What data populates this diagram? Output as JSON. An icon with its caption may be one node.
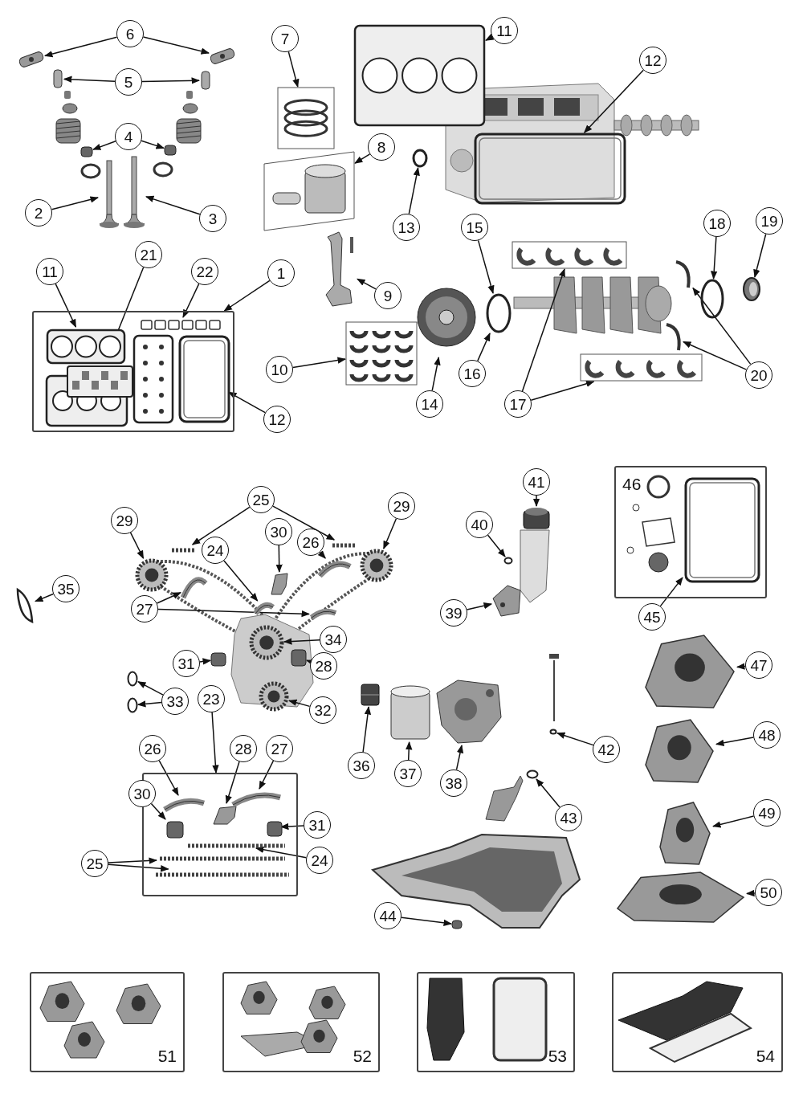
{
  "diagram": {
    "nodes": [
      {
        "text": [
          "6"
        ]
      },
      {
        "text": [],
        "shape": "picture"
      },
      {
        "text": [],
        "shape": "picture"
      },
      {
        "text": [
          "5"
        ]
      },
      {
        "text": [],
        "shape": "box"
      },
      {
        "text": [],
        "shape": "box"
      },
      {
        "text": [
          "4"
        ]
      },
      {
        "text": [],
        "shape": "box"
      },
      {
        "text": [],
        "shape": "box"
      },
      {
        "text": [
          "2"
        ]
      },
      {
        "text": [],
        "shape": "picture"
      },
      {
        "text": [
          "3"
        ]
      },
      {
        "text": [],
        "shape": "picture"
      },
      {
        "text": [
          "7"
        ]
      },
      {
        "text": [],
        "shape": "picture"
      },
      {
        "text": [
          "8"
        ]
      },
      {
        "text": [],
        "shape": "picture"
      },
      {
        "text": [
          "11"
        ]
      },
      {
        "text": [],
        "shape": "picture"
      },
      {
        "text": [
          "12"
        ]
      },
      {
        "text": [],
        "shape": "picture"
      },
      {
        "text": [
          "13"
        ]
      },
      {
        "text": [],
        "shape": "circle"
      },
      {
        "text": [
          "9"
        ]
      },
      {
        "text": [],
        "shape": "picture"
      },
      {
        "text": [
          "10"
        ]
      },
      {
        "text": [],
        "shape": "picture"
      },
      {
        "text": [
          "14"
        ]
      },
      {
        "text": [],
        "shape": "picture"
      },
      {
        "text": [
          "16"
        ]
      },
      {
        "text": [],
        "shape": "circle"
      },
      {
        "text": [
          "15"
        ]
      },
      {
        "text": [
          "17"
        ]
      },
      {
        "text": [],
        "shape": "picture"
      },
      {
        "text": [],
        "shape": "picture"
      },
      {
        "text": [
          "18"
        ]
      },
      {
        "text": [],
        "shape": "circle"
      },
      {
        "text": [
          "19"
        ]
      },
      {
        "text": [],
        "shape": "picture"
      },
      {
        "text": [
          "20"
        ]
      },
      {
        "text": [],
        "shape": "picture"
      },
      {
        "text": [],
        "shape": "picture"
      },
      {
        "text": [],
        "shape": "box"
      },
      {
        "text": [
          "1"
        ]
      },
      {
        "text": [
          "11"
        ]
      },
      {
        "text": [],
        "shape": "picture",
        "in": 42
      },
      {
        "text": [
          "21"
        ]
      },
      {
        "text": [],
        "shape": "picture",
        "in": 42
      },
      {
        "text": [
          "22"
        ]
      },
      {
        "text": [],
        "shape": "picture",
        "in": 42
      },
      {
        "text": [
          "12"
        ]
      },
      {
        "text": [],
        "shape": "picture",
        "in": 42
      },
      {
        "text": [
          "25"
        ]
      },
      {
        "text": [],
        "shape": "picture"
      },
      {
        "text": [],
        "shape": "picture"
      },
      {
        "text": [
          "29"
        ]
      },
      {
        "text": [],
        "shape": "picture"
      },
      {
        "text": [
          "29"
        ]
      },
      {
        "text": [],
        "shape": "picture"
      },
      {
        "text": [
          "24"
        ]
      },
      {
        "text": [],
        "shape": "picture"
      },
      {
        "text": [
          "30"
        ]
      },
      {
        "text": [],
        "shape": "picture"
      },
      {
        "text": [
          "26"
        ]
      },
      {
        "text": [],
        "shape": "picture"
      },
      {
        "text": [
          "27"
        ]
      },
      {
        "text": [],
        "shape": "picture"
      },
      {
        "text": [],
        "shape": "picture"
      },
      {
        "text": [
          "34"
        ]
      },
      {
        "text": [],
        "shape": "picture"
      },
      {
        "text": [
          "28"
        ]
      },
      {
        "text": [],
        "shape": "box"
      },
      {
        "text": [
          "31"
        ]
      },
      {
        "text": [],
        "shape": "box"
      },
      {
        "text": [
          "32"
        ]
      },
      {
        "text": [],
        "shape": "picture"
      },
      {
        "text": [
          "33"
        ]
      },
      {
        "text": [],
        "shape": "circle"
      },
      {
        "text": [],
        "shape": "circle"
      },
      {
        "text": [
          "35"
        ]
      },
      {
        "text": [],
        "shape": "picture"
      },
      {
        "text": [
          "23"
        ]
      },
      {
        "text": [],
        "shape": "box"
      },
      {
        "text": [
          "26"
        ]
      },
      {
        "text": [],
        "shape": "picture",
        "in": 82
      },
      {
        "text": [
          "28"
        ]
      },
      {
        "text": [],
        "shape": "picture",
        "in": 82
      },
      {
        "text": [
          "27"
        ]
      },
      {
        "text": [],
        "shape": "picture",
        "in": 82
      },
      {
        "text": [
          "30"
        ]
      },
      {
        "text": [],
        "shape": "box",
        "in": 82
      },
      {
        "text": [
          "31"
        ]
      },
      {
        "text": [],
        "shape": "box",
        "in": 82
      },
      {
        "text": [
          "25"
        ]
      },
      {
        "text": [],
        "shape": "picture",
        "in": 82
      },
      {
        "text": [],
        "shape": "picture",
        "in": 82
      },
      {
        "text": [
          "24"
        ]
      },
      {
        "text": [],
        "shape": "picture",
        "in": 82
      },
      {
        "text": [
          "41"
        ]
      },
      {
        "text": [],
        "shape": "box"
      },
      {
        "text": [
          "40"
        ]
      },
      {
        "text": [],
        "shape": "circle"
      },
      {
        "text": [
          "39"
        ]
      },
      {
        "text": [],
        "shape": "picture"
      },
      {
        "text": [
          "36"
        ]
      },
      {
        "text": [],
        "shape": "picture"
      },
      {
        "text": [
          "37"
        ]
      },
      {
        "text": [],
        "shape": "cylinder"
      },
      {
        "text": [
          "38"
        ]
      },
      {
        "text": [],
        "shape": "picture"
      },
      {
        "text": [
          "42"
        ]
      },
      {
        "text": [],
        "shape": "circle"
      },
      {
        "text": [
          "43"
        ]
      },
      {
        "text": [],
        "shape": "circle"
      },
      {
        "text": [
          "44"
        ]
      },
      {
        "text": [],
        "shape": "box"
      },
      {
        "text": [
          "46"
        ]
      },
      {
        "text": [
          "45"
        ]
      },
      {
        "text": [],
        "shape": "picture",
        "in": 116
      },
      {
        "text": [
          "47"
        ]
      },
      {
        "text": [],
        "shape": "picture"
      },
      {
        "text": [
          "48"
        ]
      },
      {
        "text": [],
        "shape": "picture"
      },
      {
        "text": [
          "49"
        ]
      },
      {
        "text": [],
        "shape": "picture"
      },
      {
        "text": [
          "50"
        ]
      },
      {
        "text": [],
        "shape": "picture"
      },
      {
        "text": [
          "51"
        ]
      },
      {
        "text": [
          "52"
        ]
      },
      {
        "text": [
          "53"
        ]
      },
      {
        "text": [
          "54"
        ]
      },
      {
        "text": [],
        "shape": "picture"
      },
      {
        "text": [],
        "shape": "picture"
      }
    ],
    "edges": [
      {
        "from": 0,
        "to": 1,
        "arrow": "to"
      },
      {
        "from": 0,
        "to": 2,
        "arrow": "to"
      },
      {
        "from": 3,
        "to": 4,
        "arrow": "to"
      },
      {
        "from": 3,
        "to": 5,
        "arrow": "to"
      },
      {
        "from": 6,
        "to": 7,
        "arrow": "to"
      },
      {
        "from": 6,
        "to": 8,
        "arrow": "to"
      },
      {
        "from": 9,
        "to": 10,
        "arrow": "to"
      },
      {
        "from": 11,
        "to": 12,
        "arrow": "to"
      },
      {
        "from": 13,
        "to": 14,
        "arrow": "to"
      },
      {
        "from": 15,
        "to": 16,
        "arrow": "to"
      },
      {
        "from": 17,
        "to": 18,
        "arrow": "to"
      },
      {
        "from": 19,
        "to": 20,
        "arrow": "to"
      },
      {
        "from": 21,
        "to": 22,
        "arrow": "to"
      },
      {
        "from": 23,
        "to": 24,
        "arrow": "to"
      },
      {
        "from": 25,
        "to": 26,
        "arrow": "to"
      },
      {
        "from": 27,
        "to": 28,
        "arrow": "to"
      },
      {
        "from": 29,
        "to": 30,
        "arrow": "to"
      },
      {
        "from": 31,
        "to": 30,
        "arrow": "to"
      },
      {
        "from": 32,
        "to": 33,
        "arrow": "to"
      },
      {
        "from": 32,
        "to": 34,
        "arrow": "to"
      },
      {
        "from": 35,
        "to": 36,
        "arrow": "to"
      },
      {
        "from": 37,
        "to": 38,
        "arrow": "to"
      },
      {
        "from": 39,
        "to": 40,
        "arrow": "to"
      },
      {
        "from": 39,
        "to": 41,
        "arrow": "to"
      },
      {
        "from": 43,
        "to": 42,
        "arrow": "to"
      },
      {
        "from": 44,
        "to": 45,
        "arrow": "to"
      },
      {
        "from": 46,
        "to": 47,
        "arrow": "to"
      },
      {
        "from": 48,
        "to": 49,
        "arrow": "to"
      },
      {
        "from": 50,
        "to": 51,
        "arrow": "to"
      },
      {
        "from": 52,
        "to": 53,
        "arrow": "to"
      },
      {
        "from": 52,
        "to": 54,
        "arrow": "to"
      },
      {
        "from": 55,
        "to": 56,
        "arrow": "to"
      },
      {
        "from": 57,
        "to": 58,
        "arrow": "to"
      },
      {
        "from": 59,
        "to": 60,
        "arrow": "to"
      },
      {
        "from": 61,
        "to": 62,
        "arrow": "to"
      },
      {
        "from": 63,
        "to": 64,
        "arrow": "to"
      },
      {
        "from": 65,
        "to": 66,
        "arrow": "to"
      },
      {
        "from": 65,
        "to": 67,
        "arrow": "to"
      },
      {
        "from": 68,
        "to": 69,
        "arrow": "to"
      },
      {
        "from": 70,
        "to": 71,
        "arrow": "to"
      },
      {
        "from": 72,
        "to": 73,
        "arrow": "to"
      },
      {
        "from": 74,
        "to": 75,
        "arrow": "to"
      },
      {
        "from": 76,
        "to": 77,
        "arrow": "to"
      },
      {
        "from": 76,
        "to": 78,
        "arrow": "to"
      },
      {
        "from": 79,
        "to": 80,
        "arrow": "to"
      },
      {
        "from": 81,
        "to": 82,
        "arrow": "to"
      },
      {
        "from": 83,
        "to": 84,
        "arrow": "to"
      },
      {
        "from": 85,
        "to": 86,
        "arrow": "to"
      },
      {
        "from": 87,
        "to": 88,
        "arrow": "to"
      },
      {
        "from": 89,
        "to": 90,
        "arrow": "to"
      },
      {
        "from": 91,
        "to": 92,
        "arrow": "to"
      },
      {
        "from": 93,
        "to": 94,
        "arrow": "to"
      },
      {
        "from": 93,
        "to": 95,
        "arrow": "to"
      },
      {
        "from": 96,
        "to": 97,
        "arrow": "to"
      },
      {
        "from": 98,
        "to": 99,
        "arrow": "to"
      },
      {
        "from": 100,
        "to": 101,
        "arrow": "to"
      },
      {
        "from": 102,
        "to": 103,
        "arrow": "to"
      },
      {
        "from": 104,
        "to": 105,
        "arrow": "to"
      },
      {
        "from": 106,
        "to": 107,
        "arrow": "to"
      },
      {
        "from": 108,
        "to": 109,
        "arrow": "to"
      },
      {
        "from": 110,
        "to": 111,
        "arrow": "to"
      },
      {
        "from": 112,
        "to": 113,
        "arrow": "to"
      },
      {
        "from": 114,
        "to": 115,
        "arrow": "to"
      },
      {
        "from": 117,
        "to": 118,
        "arrow": "to"
      },
      {
        "from": 119,
        "to": 120,
        "arrow": "to"
      },
      {
        "from": 121,
        "to": 122,
        "arrow": "to"
      },
      {
        "from": 123,
        "to": 124,
        "arrow": "to"
      },
      {
        "from": 125,
        "to": 126,
        "arrow": "to"
      }
    ]
  }
}
